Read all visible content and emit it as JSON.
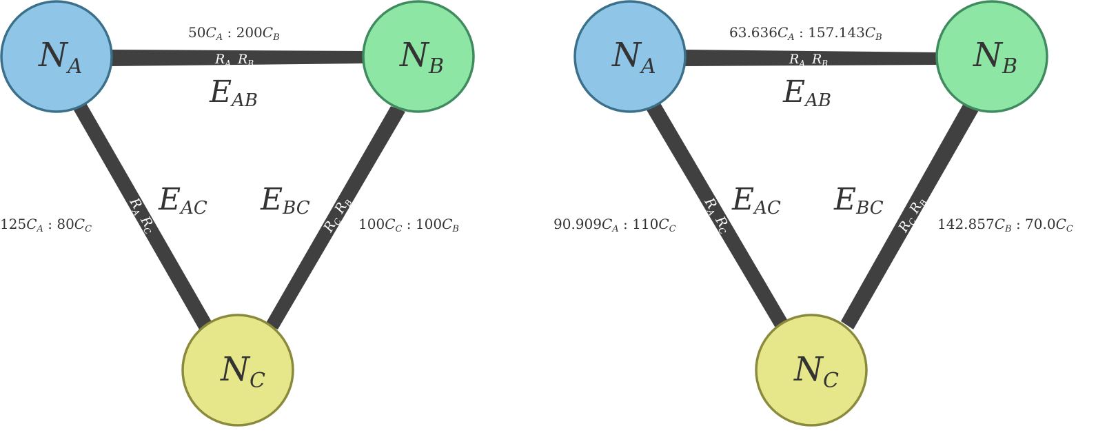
{
  "diagrams": [
    {
      "nodes": {
        "A": {
          "label": "N",
          "sub": "A",
          "fill": "#8fc6e8",
          "stroke": "#3b6f8a"
        },
        "B": {
          "label": "N",
          "sub": "B",
          "fill": "#8ee6a4",
          "stroke": "#3f8a5e"
        },
        "C": {
          "label": "N",
          "sub": "C",
          "fill": "#e6e68a",
          "stroke": "#8a8a3c"
        }
      },
      "edges": {
        "AB": {
          "label": "E",
          "sub": "AB",
          "band": [
            [
              "R",
              "A"
            ],
            [
              "R",
              "B"
            ]
          ],
          "ratio": [
            [
              "50",
              "C",
              "A"
            ],
            [
              "200",
              "C",
              "B"
            ]
          ]
        },
        "AC": {
          "label": "E",
          "sub": "AC",
          "band": [
            [
              "R",
              "A"
            ],
            [
              "R",
              "C"
            ]
          ],
          "ratio": [
            [
              "125",
              "C",
              "A"
            ],
            [
              "80",
              "C",
              "C"
            ]
          ]
        },
        "BC": {
          "label": "E",
          "sub": "BC",
          "band": [
            [
              "R",
              "C"
            ],
            [
              "R",
              "B"
            ]
          ],
          "ratio": [
            [
              "100",
              "C",
              "C"
            ],
            [
              "100",
              "C",
              "B"
            ]
          ]
        }
      }
    },
    {
      "nodes": {
        "A": {
          "label": "N",
          "sub": "A",
          "fill": "#8fc6e8",
          "stroke": "#3b6f8a"
        },
        "B": {
          "label": "N",
          "sub": "B",
          "fill": "#8ee6a4",
          "stroke": "#3f8a5e"
        },
        "C": {
          "label": "N",
          "sub": "C",
          "fill": "#e6e68a",
          "stroke": "#8a8a3c"
        }
      },
      "edges": {
        "AB": {
          "label": "E",
          "sub": "AB",
          "band": [
            [
              "R",
              "A"
            ],
            [
              "R",
              "B"
            ]
          ],
          "ratio": [
            [
              "63.636",
              "C",
              "A"
            ],
            [
              "157.143",
              "C",
              "B"
            ]
          ]
        },
        "AC": {
          "label": "E",
          "sub": "AC",
          "band": [
            [
              "R",
              "A"
            ],
            [
              "R",
              "C"
            ]
          ],
          "ratio": [
            [
              "90.909",
              "C",
              "A"
            ],
            [
              "110",
              "C",
              "C"
            ]
          ]
        },
        "BC": {
          "label": "E",
          "sub": "BC",
          "band": [
            [
              "R",
              "C"
            ],
            [
              "R",
              "B"
            ]
          ],
          "ratio": [
            [
              "142.857",
              "C",
              "B"
            ],
            [
              "70.0",
              "C",
              "C"
            ]
          ]
        }
      }
    }
  ],
  "colors": {
    "edge": "#404040",
    "text": "#333333",
    "band_text": "#ffffff"
  }
}
